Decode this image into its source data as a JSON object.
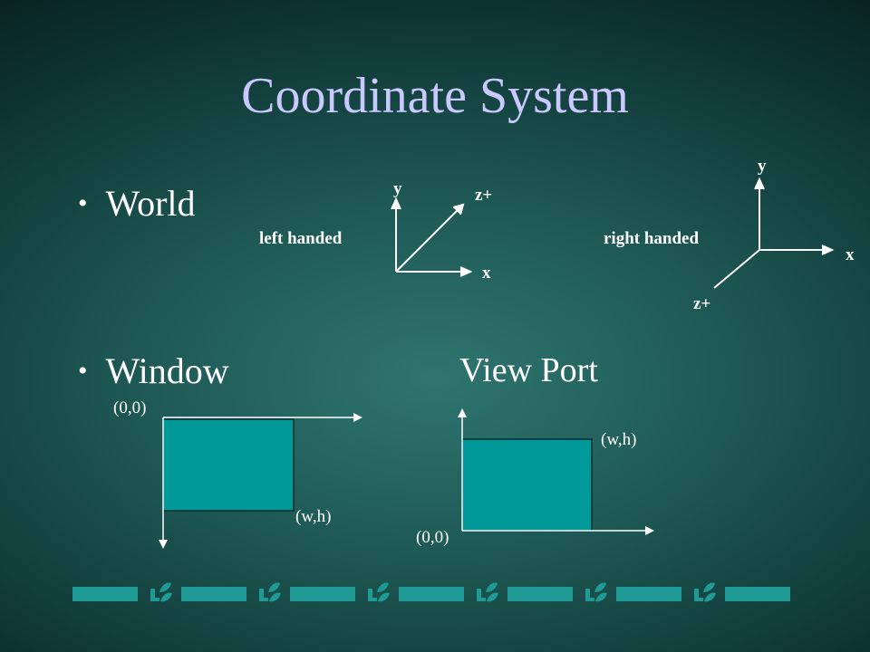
{
  "slide": {
    "title": "Coordinate System",
    "bullets": [
      {
        "text": "World"
      },
      {
        "text": "Window"
      }
    ],
    "viewport_title": "View Port"
  },
  "world": {
    "left_handed": {
      "label": "left handed",
      "y": "y",
      "z": "z+",
      "x": "x"
    },
    "right_handed": {
      "label": "right handed",
      "y": "y",
      "x": "x",
      "z": "z+"
    }
  },
  "window": {
    "origin": "(0,0)",
    "corner": "(w,h)"
  },
  "viewport": {
    "origin": "(0,0)",
    "corner": "(w,h)"
  },
  "colors": {
    "title": "#c9c8ff",
    "text": "#ffffff",
    "rect_fill": "#009999",
    "decor_bar": "#1f9a94",
    "decor_plant": "#1f9a94"
  }
}
